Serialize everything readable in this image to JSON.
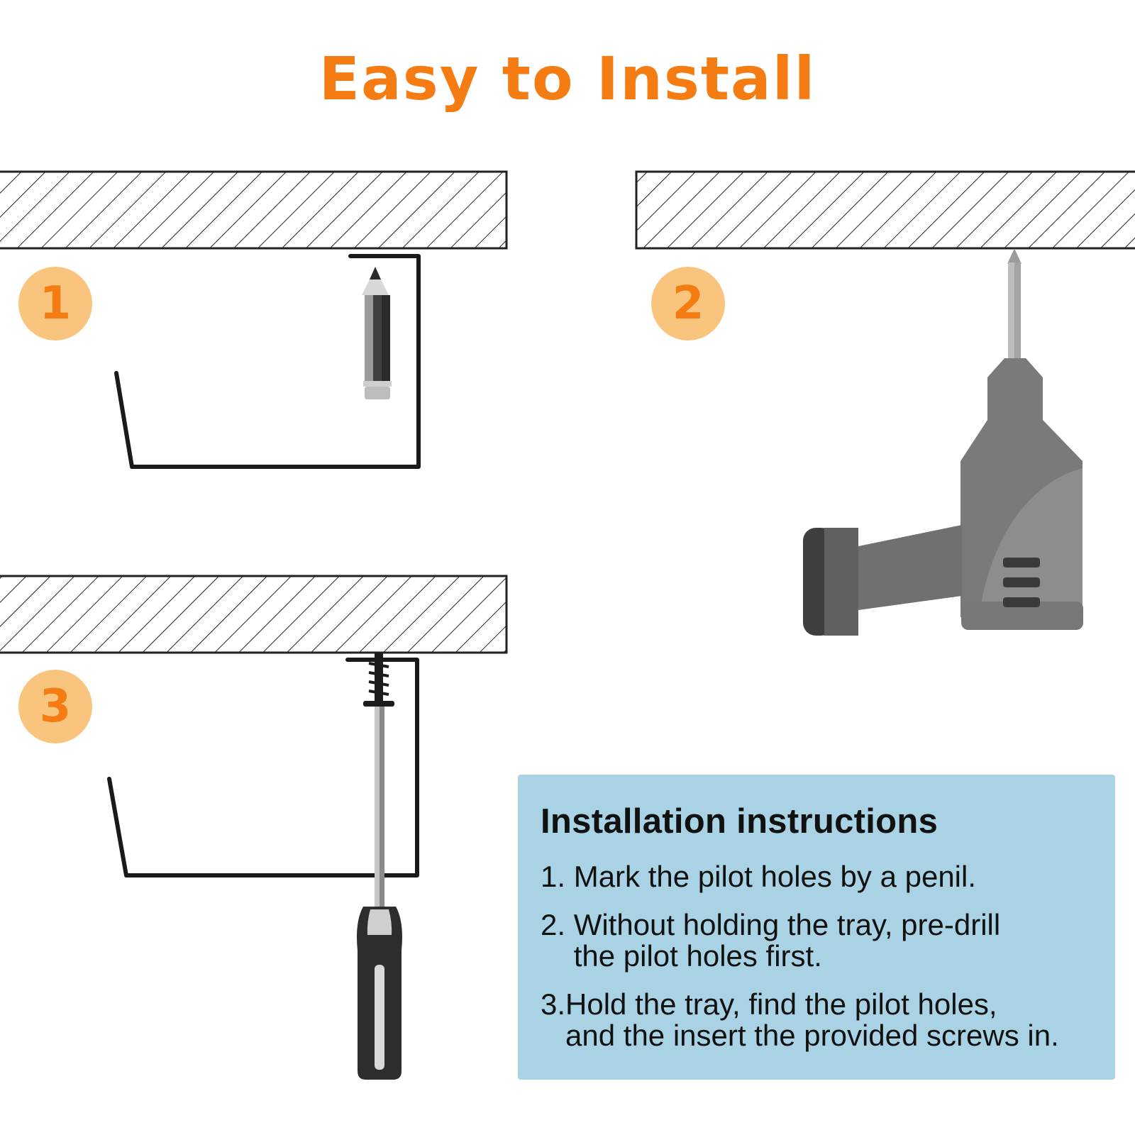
{
  "title": "Easy to Install",
  "steps": [
    {
      "number": "1"
    },
    {
      "number": "2"
    },
    {
      "number": "3"
    }
  ],
  "illustrations": [
    "pencil-icon",
    "drill-icon",
    "screwdriver-icon",
    "screw-icon",
    "tray-bracket-icon",
    "ceiling-hatch"
  ],
  "colors": {
    "accent": "#f57c13",
    "circle_fill": "#f9c47e",
    "panel": "#a9d3e4",
    "tool_gray": "#6f6f6f"
  },
  "instructions": {
    "heading": "Installation instructions",
    "items": [
      {
        "num": "1. ",
        "line1": "Mark the pilot holes by a penil.",
        "line2": ""
      },
      {
        "num": "2. ",
        "line1": "Without holding the tray, pre-drill",
        "line2": "the pilot holes first."
      },
      {
        "num": "3.",
        "line1": "Hold the tray, find the pilot holes,",
        "line2": "and the insert the provided screws in."
      }
    ]
  }
}
